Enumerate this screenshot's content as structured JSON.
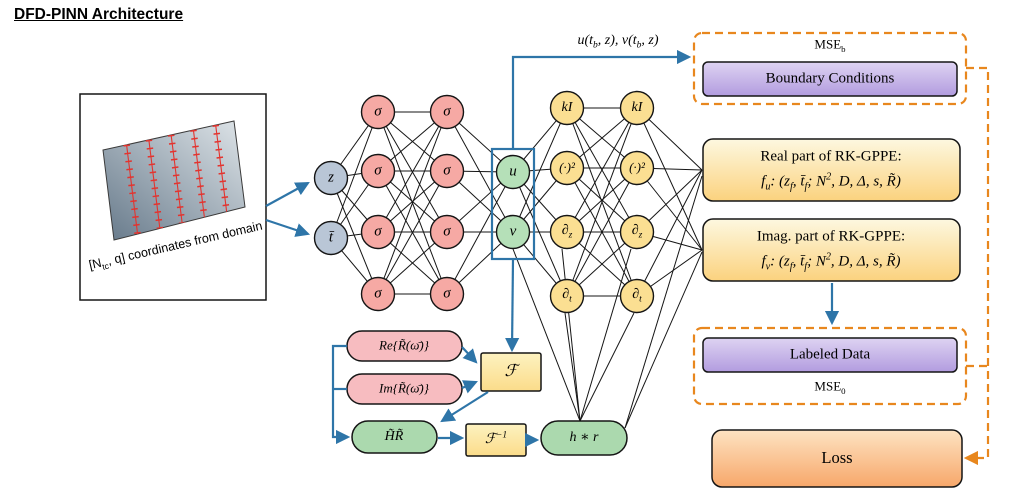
{
  "title": "DFD-PINN Architecture",
  "domain_box": {
    "caption": [
      [
        "[N"
      ],
      [
        "tc",
        "sub"
      ],
      [
        ", q] coordinates from domain"
      ]
    ]
  },
  "network": {
    "input_labels": [
      "z",
      "t̄"
    ],
    "hidden_label": "σ",
    "output_labels": [
      "u",
      "v"
    ],
    "op_labels": {
      "gain": "kI",
      "square": "(·)²",
      "dz": [
        [
          "∂"
        ],
        [
          "z",
          "sub"
        ]
      ],
      "dt": [
        [
          "∂"
        ],
        [
          "t",
          "sub"
        ]
      ]
    }
  },
  "flow": {
    "uv_boundary_label": [
      [
        "u(t"
      ],
      [
        "b",
        "sub"
      ],
      [
        ", z), v(t"
      ],
      [
        "b",
        "sub"
      ],
      [
        ", z)"
      ]
    ],
    "re_block": "Re{R̃(ω̄)}",
    "im_block": "Im{R̃(ω̄)}",
    "fourier": "ℱ",
    "inverse_fourier": [
      [
        "ℱ"
      ],
      [
        "−1",
        "sup"
      ]
    ],
    "hr_block": "H̃R̃",
    "conv_block": "h ∗ r"
  },
  "boxes": {
    "mse_b": [
      [
        "MSE"
      ],
      [
        "b",
        "sub"
      ]
    ],
    "boundary_conditions": "Boundary Conditions",
    "real_title": "Real part of RK-GPPE:",
    "real_eq": [
      [
        "f"
      ],
      [
        "u",
        "sub"
      ],
      [
        ": (z"
      ],
      [
        "f",
        "sub"
      ],
      [
        ", t̄"
      ],
      [
        "f",
        "sub"
      ],
      [
        "; N"
      ],
      [
        "2",
        "sup"
      ],
      [
        ", D, Δ, s, R̃)"
      ]
    ],
    "imag_title": "Imag. part of RK-GPPE:",
    "imag_eq": [
      [
        "f"
      ],
      [
        "v",
        "sub"
      ],
      [
        ": (z"
      ],
      [
        "f",
        "sub"
      ],
      [
        ", t̄"
      ],
      [
        "f",
        "sub"
      ],
      [
        "; N"
      ],
      [
        "2",
        "sup"
      ],
      [
        ", D, Δ, s, R̃)"
      ]
    ],
    "labeled_data": "Labeled Data",
    "mse_0": [
      [
        "MSE"
      ],
      [
        "0",
        "sub"
      ]
    ],
    "loss": "Loss"
  },
  "colors": {
    "accent_blue": "#2e75a8",
    "dashed_orange": "#e8871e",
    "node_input_fill": "#b9c6d6",
    "node_hidden_fill": "#f6a9a4",
    "node_output_fill": "#b5e0b8",
    "node_op_fill": "#fbdf92",
    "stadium_pink": "#f7bcc0",
    "stadium_green": "#abd9ae",
    "box_yellow": "#fbd27e",
    "box_purple": "#b29cdf",
    "loss_orange": "#f7a76a",
    "collocation_red": "#e3342f"
  }
}
